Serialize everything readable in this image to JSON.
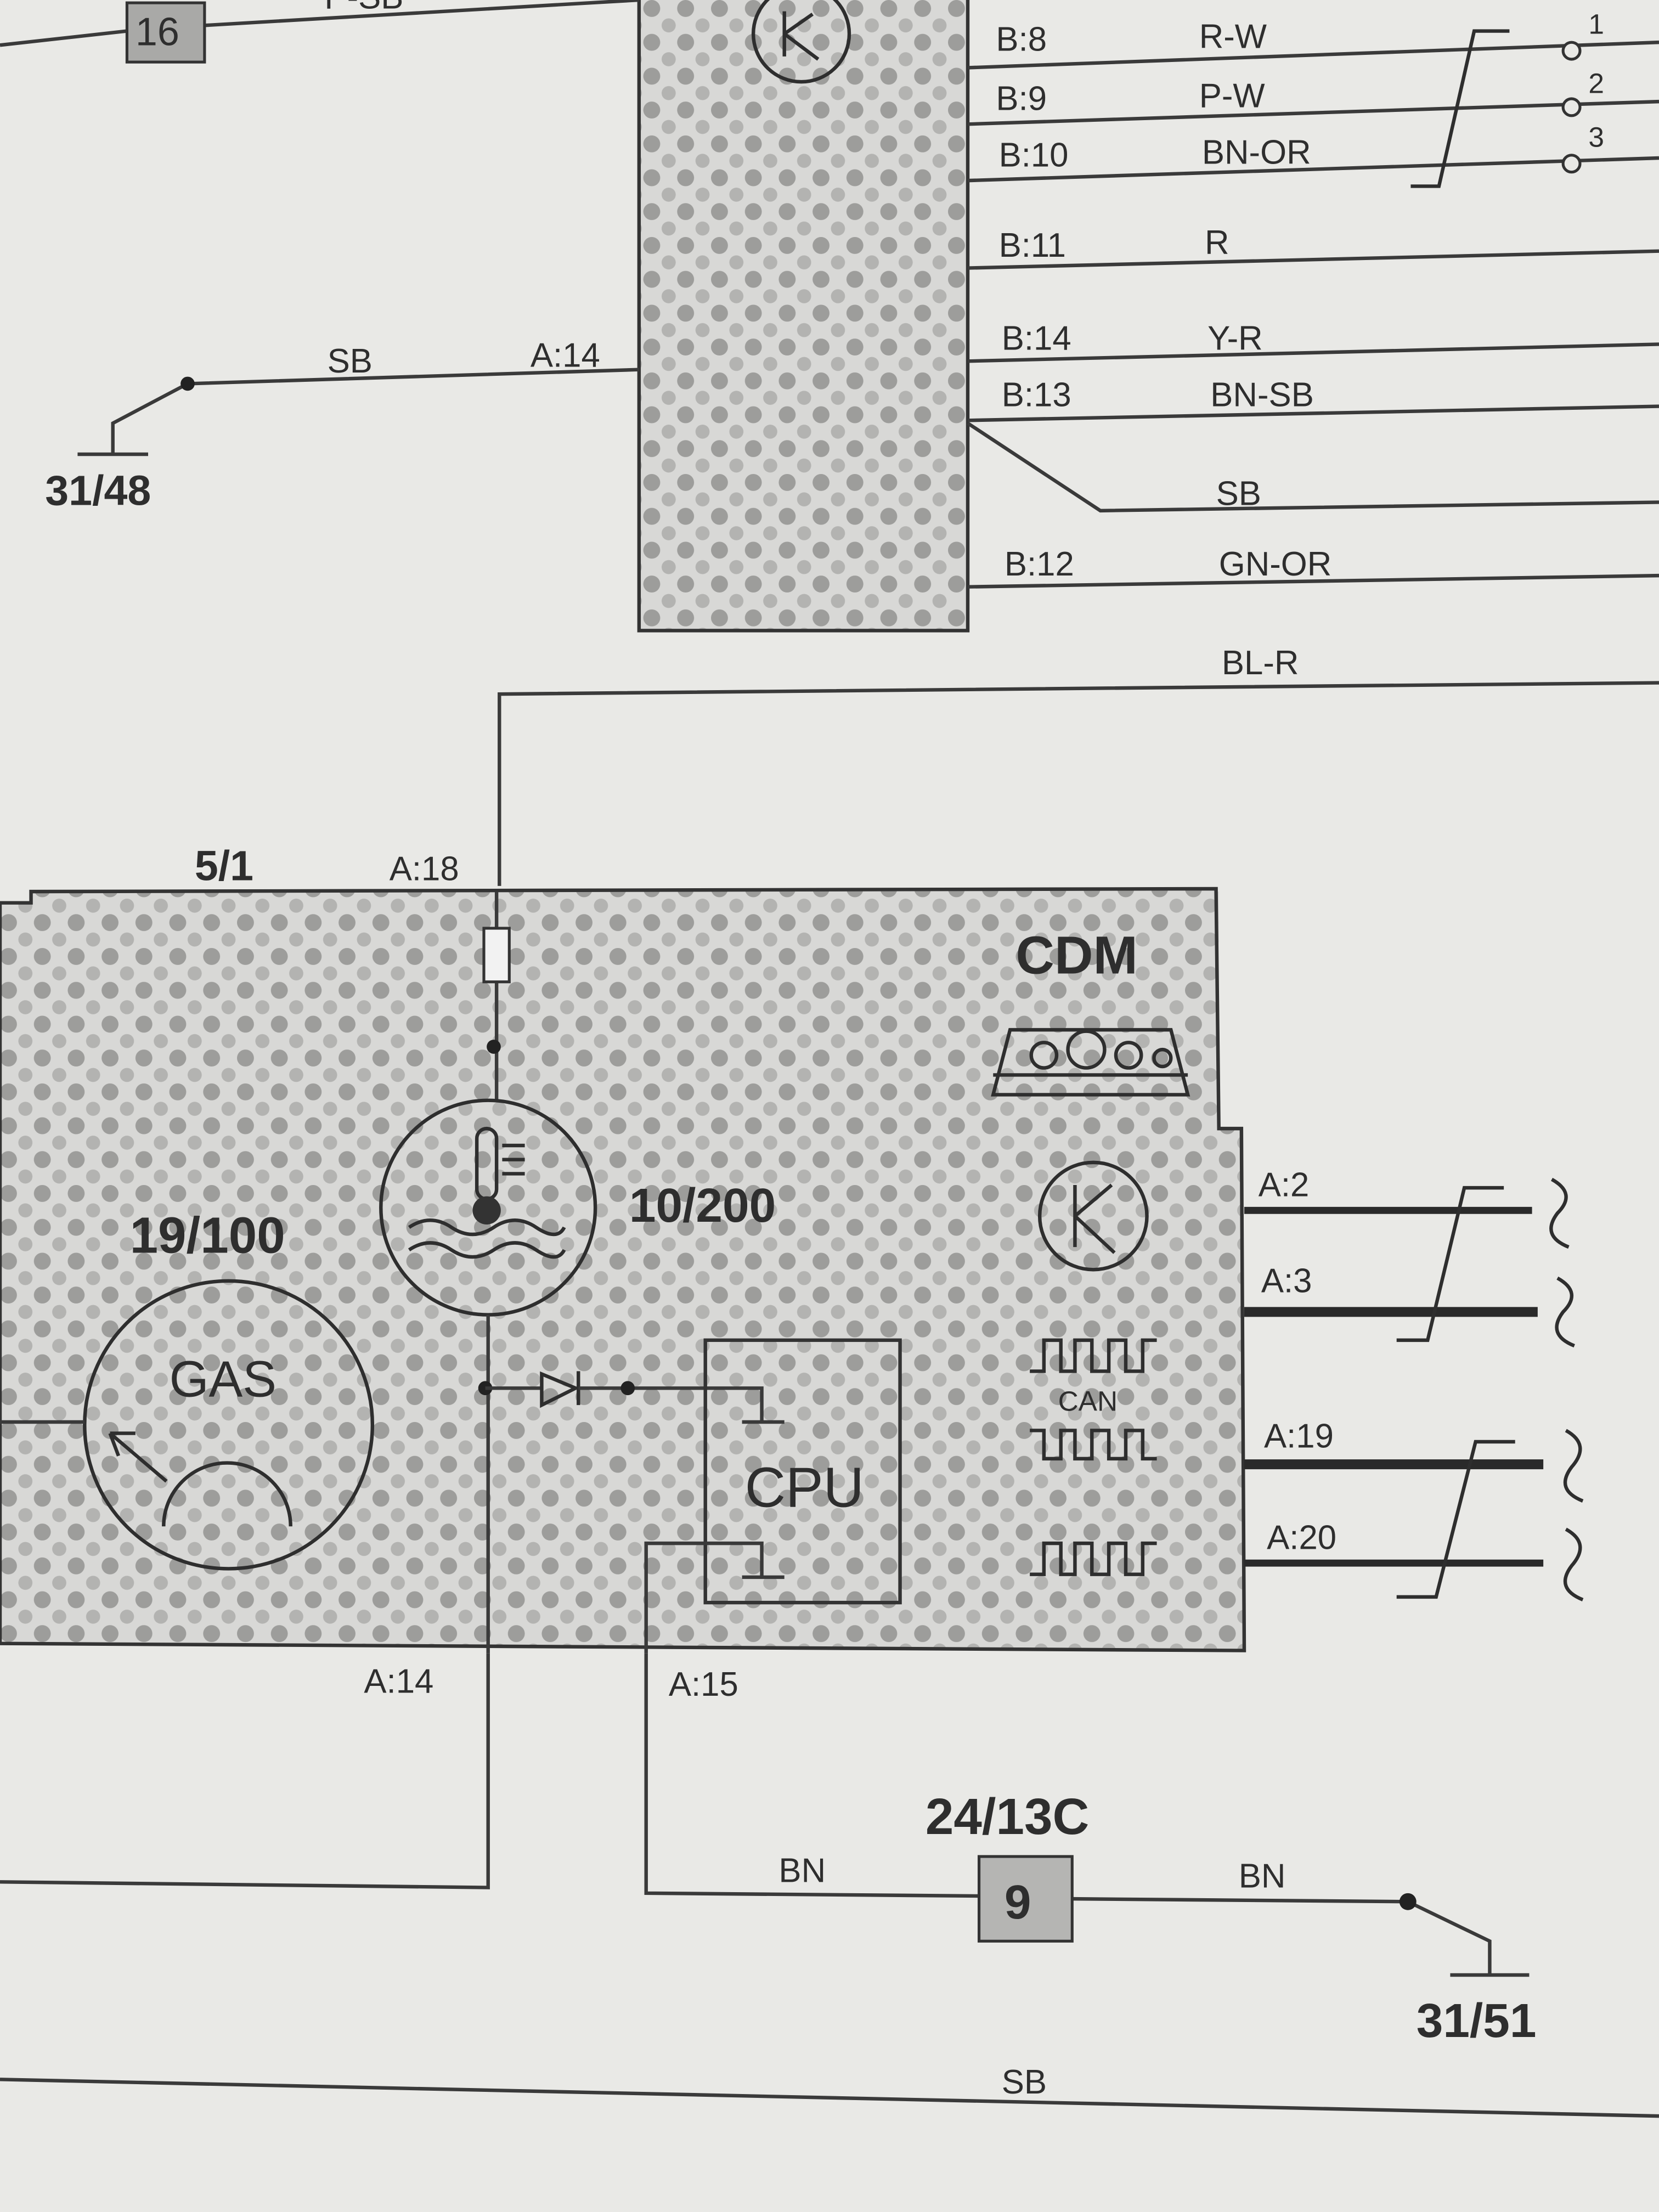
{
  "top_connector": {
    "fuse_number": "16",
    "top_wire": "P-SB",
    "left_pin": "A:14",
    "left_wire": "SB",
    "ground": "31/48",
    "pins": [
      {
        "pin": "B:8",
        "wire": "R-W"
      },
      {
        "pin": "B:9",
        "wire": "P-W"
      },
      {
        "pin": "B:10",
        "wire": "BN-OR"
      },
      {
        "pin": "B:11",
        "wire": "R"
      },
      {
        "pin": "B:14",
        "wire": "Y-R"
      },
      {
        "pin": "B:13",
        "wire": "BN-SB"
      },
      {
        "pin": "",
        "wire": "SB"
      },
      {
        "pin": "B:12",
        "wire": "GN-OR"
      }
    ],
    "terminals": [
      "1",
      "2",
      "3"
    ]
  },
  "bl_r_wire": "BL-R",
  "cdm": {
    "position": "5/1",
    "title": "CDM",
    "top_pin": "A:18",
    "fuel_gauge_ref": "19/100",
    "fuel_gauge_label": "GAS",
    "temp_gauge_ref": "10/200",
    "cpu_label": "CPU",
    "can_label": "CAN",
    "right_pins": [
      "A:2",
      "A:3",
      "A:19",
      "A:20"
    ],
    "bottom_pins": [
      "A:14",
      "A:15"
    ]
  },
  "ground_circuit": {
    "ref": "24/13C",
    "connector_number": "9",
    "left_wire": "BN",
    "right_wire": "BN",
    "ground": "31/51"
  },
  "bottom_wire": "SB"
}
